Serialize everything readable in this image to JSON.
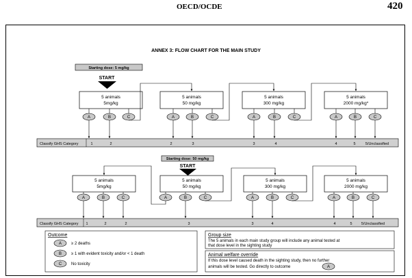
{
  "header": {
    "title": "OECD/OCDE",
    "page_number": "420"
  },
  "chart": {
    "title": "ANNEX 3: FLOW CHART FOR THE MAIN STUDY",
    "top": {
      "starting_dose": "Starting dose: 5 mg/kg",
      "start_label": "START",
      "boxes": [
        {
          "line1": "5 animals",
          "line2": "5mg/kg"
        },
        {
          "line1": "5 animals",
          "line2": "50 mg/kg"
        },
        {
          "line1": "5 animals",
          "line2": "300 mg/kg"
        },
        {
          "line1": "5 animals",
          "line2": "2000 mg/kg*"
        }
      ],
      "ghs_label": "Classify GHS Category",
      "ghs_values": [
        "1",
        "2",
        "2",
        "3",
        "3",
        "4",
        "4",
        "5",
        "5/Unclassified"
      ]
    },
    "bottom": {
      "starting_dose": "Starting dose: 50 mg/kg",
      "start_label": "START",
      "boxes": [
        {
          "line1": "5 animals",
          "line2": "5mg/kg"
        },
        {
          "line1": "5 animals",
          "line2": "50 mg/kg"
        },
        {
          "line1": "5 animals",
          "line2": "300 mg/kg"
        },
        {
          "line1": "5 animals",
          "line2": "2000 mg/kg"
        }
      ],
      "ghs_label": "Classify GHS Category",
      "ghs_values": [
        "1",
        "2",
        "2",
        "3",
        "3",
        "4",
        "4",
        "5",
        "5/Unclassified"
      ]
    },
    "outcome_letters": [
      "A",
      "B",
      "C"
    ],
    "legend": {
      "title": "Outcome",
      "items": [
        {
          "letter": "A",
          "text": "≥ 2 deaths"
        },
        {
          "letter": "B",
          "text": "≥ 1 with evident toxicity and/or < 1 death"
        },
        {
          "letter": "C",
          "text": "No toxicity"
        }
      ]
    },
    "group_size": {
      "title": "Group size",
      "line1": "The 5 animals in each main study group will include any animal tested at",
      "line2": "that dose level in the sighting study"
    },
    "welfare": {
      "title": "Animal welfare override",
      "line1": "If this dose level caused death in the sighting study, then no further",
      "line2": "animals will be tested. Go directly to outcome",
      "letter": "A"
    }
  }
}
